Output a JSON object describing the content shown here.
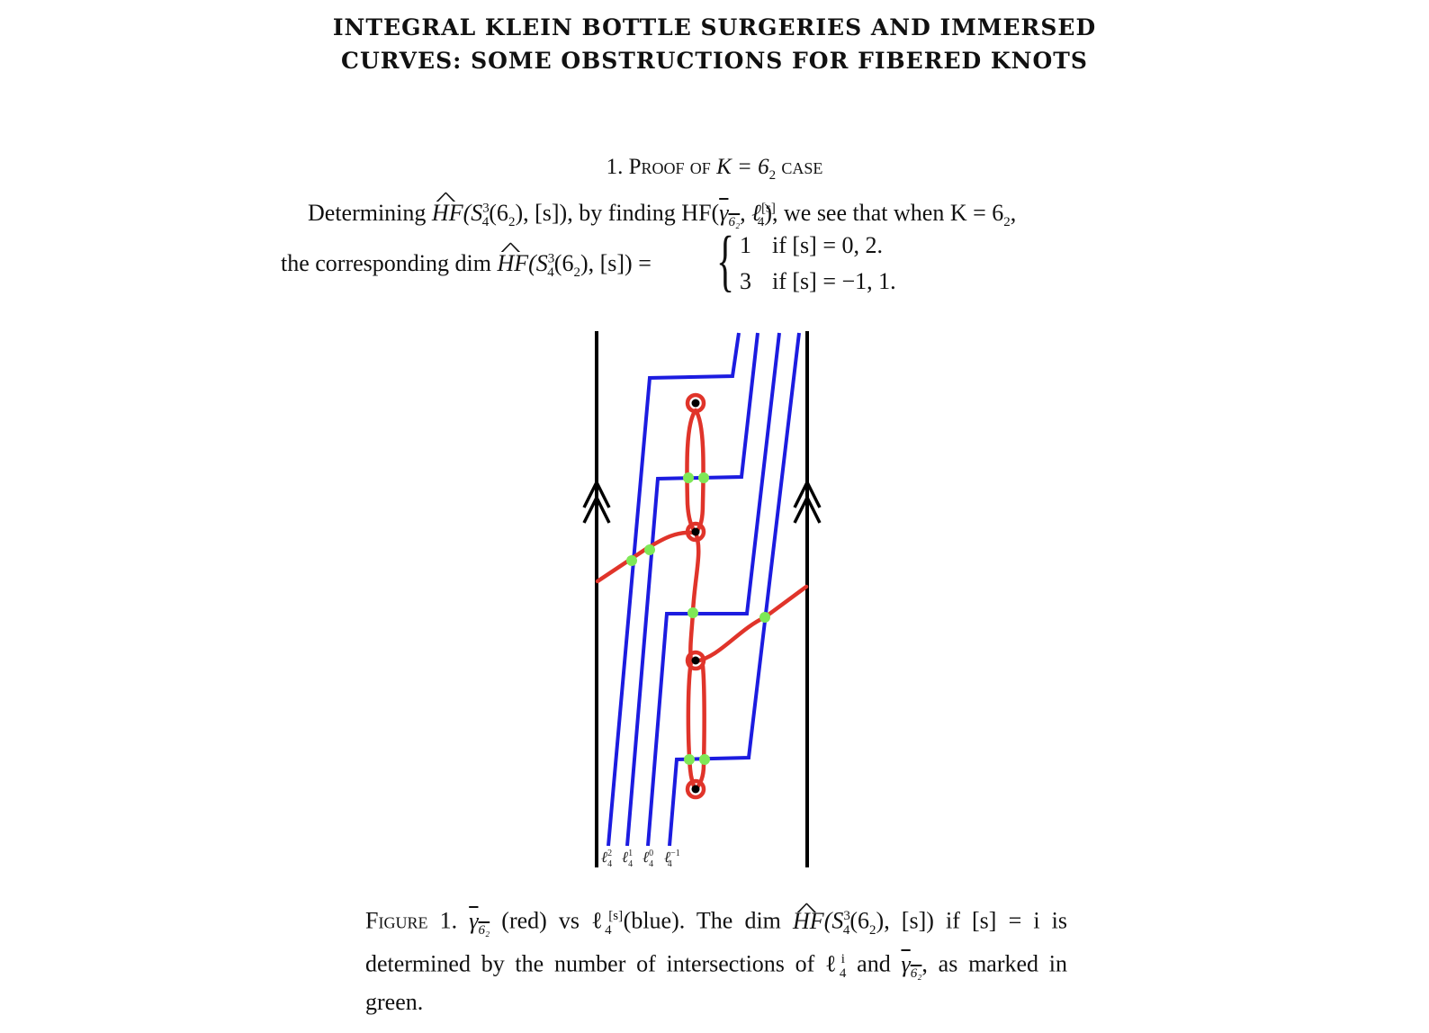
{
  "paper": {
    "title_line1": "INTEGRAL KLEIN BOTTLE SURGERIES AND IMMERSED",
    "title_line2": "CURVES: SOME OBSTRUCTIONS FOR FIBERED KNOTS",
    "section": {
      "number": "1.",
      "title_prefix": "Proof of",
      "math": "K = 6",
      "math_sub": "2",
      "title_suffix": "case"
    },
    "body": {
      "line1_start": "Determining ",
      "line1_hf": "HF",
      "line1_args": "(S",
      "line1_sup": "3",
      "line1_sub": "4",
      "line1_rest": "(6",
      "line1_rest_sub": "2",
      "line1_rest2": "), [s]), by finding HF(",
      "line1_gamma": "γ",
      "line1_gamma_sub": "6₂",
      "line1_ell": ", ℓ",
      "line1_ell_sup": "[s]",
      "line1_ell_sub": "4",
      "line1_end": "), we see that when K = 6",
      "line1_end_sub": "2",
      "line1_comma": ",",
      "line2_start": "the corresponding dim ",
      "line2_hf": "HF",
      "line2_args": "(S",
      "line2_sup": "3",
      "line2_sub": "4",
      "line2_rest": "(6",
      "line2_rest_sub": "2",
      "line2_end": "), [s]) =",
      "case1_value": "1",
      "case1_condition": "if [s] = 0, 2.",
      "case2_value": "3",
      "case2_condition": "if [s] = −1, 1."
    },
    "figure": {
      "strand_labels": [
        "ℓ",
        "ℓ",
        "ℓ",
        "ℓ"
      ],
      "strand_label_sups": [
        "2",
        "1",
        "0",
        "−1"
      ],
      "strand_label_subs": [
        "4",
        "4",
        "4",
        "4"
      ],
      "colors": {
        "frame": "#000000",
        "red_curve": "#e0342a",
        "blue_curves": "#1c1ce0",
        "intersections": "#7ee857",
        "punctures": "#000000"
      }
    },
    "caption": {
      "label": "Figure 1.",
      "gamma": "γ",
      "gamma_sub": "6₂",
      "part1": " (red) vs ℓ",
      "part1_sup": "[s]",
      "part1_sub": "4",
      "part2": " (blue).  The dim ",
      "hf": "HF",
      "part3": "(S",
      "part3_sup": "3",
      "part3_sub": "4",
      "part4": "(6",
      "part4_sub": "2",
      "part5": "), [s]) if [s] = i is determined by the number of intersections of ℓ",
      "part5_sup": "i",
      "part5_sub": "4",
      "part6": " and ",
      "gamma2": "γ",
      "gamma2_sub": "6₂",
      "part7": ", as marked in green."
    }
  }
}
